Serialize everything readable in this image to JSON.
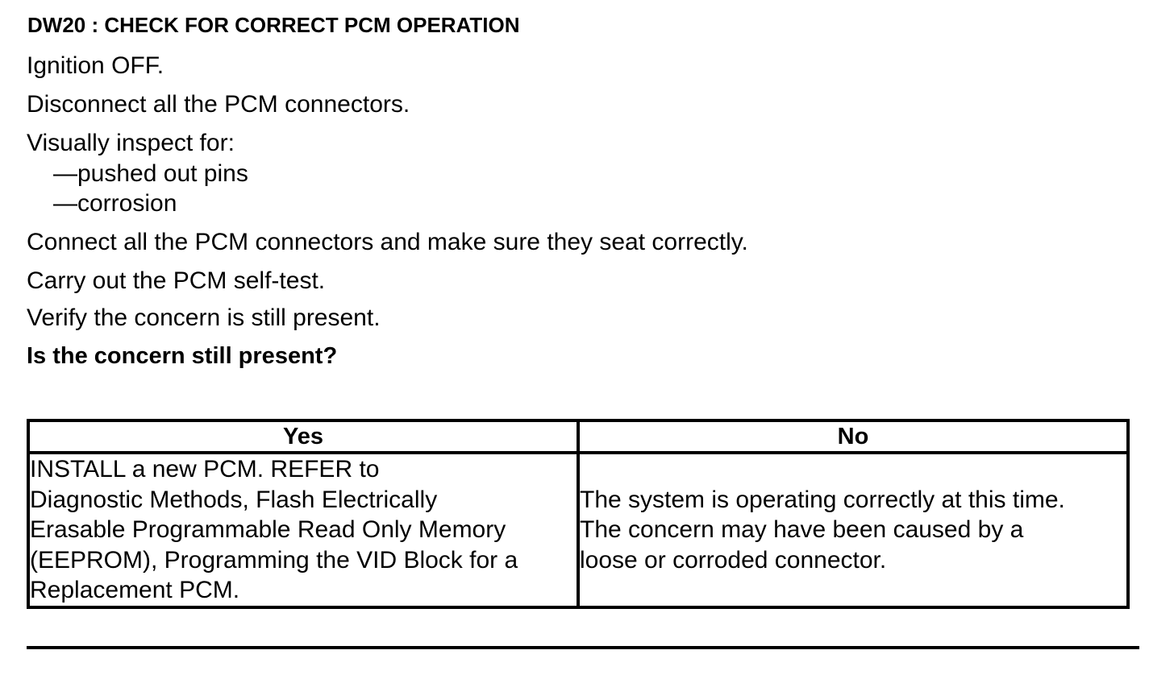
{
  "heading": "DW20 : CHECK FOR CORRECT PCM OPERATION",
  "steps": [
    "Ignition OFF.",
    "Disconnect all the PCM connectors.",
    "Visually inspect for:",
    "—pushed out pins",
    "—corrosion",
    "Connect all the PCM connectors and make sure they seat correctly.",
    "Carry out the PCM self-test.",
    "Verify the concern is still present."
  ],
  "question": "Is the concern still present?",
  "result_table": {
    "headers": [
      "Yes",
      "No"
    ],
    "yes_lines": [
      "INSTALL a new PCM. REFER to",
      " Diagnostic Methods, Flash Electrically",
      "Erasable Programmable Read Only Memory",
      "(EEPROM), Programming the VID Block for a",
      "Replacement PCM."
    ],
    "no_lines": [
      "The system is operating correctly at this time.",
      "The concern may have been caused by a",
      "loose or corroded connector."
    ]
  }
}
